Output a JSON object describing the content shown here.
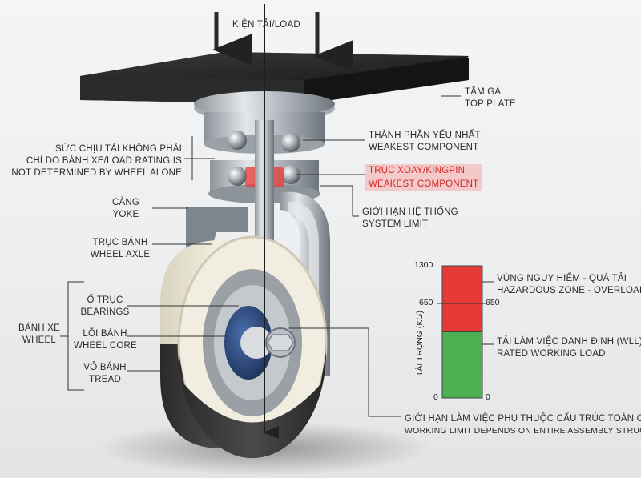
{
  "labels": {
    "load": "KIỆN TẢI/LOAD",
    "top_plate_vi": "TẤM GÁ",
    "top_plate_en": "TOP PLATE",
    "weakest_vi": "THÀNH PHẦN YẾU NHẤT",
    "weakest_en": "WEAKEST COMPONENT",
    "kingpin_vi": "TRỤC XOAY/KINGPIN",
    "kingpin_en": "WEAKEST COMPONENT",
    "system_vi": "GIỚI HẠN HỆ THỐNG",
    "system_en": "SYSTEM LIMIT",
    "rating_line1": "SỨC CHỊU TẢI KHÔNG PHẢI",
    "rating_line2": "CHỈ DO BÁNH XE/LOAD RATING IS",
    "rating_line3": "NOT DETERMINED BY WHEEL ALONE",
    "yoke_vi": "CÀNG",
    "yoke_en": "YOKE",
    "axle_vi": "TRỤC BÁNH",
    "axle_en": "WHEEL AXLE",
    "wheel_vi": "BÁNH XE",
    "wheel_en": "WHEEL",
    "bearings_vi": "Ổ TRỤC",
    "bearings_en": "BEARINGS",
    "core_vi": "LÕI BÁNH",
    "core_en": "WHEEL CORE",
    "tread_vi": "VỎ BÁNH",
    "tread_en": "TREAD",
    "working_vi": "GIỚI HẠN LÀM VIỆC PHỤ THUỘC CẤU TRÚC TOÀN CỤM",
    "working_en": "WORKING LIMIT DEPENDS ON ENTIRE ASSEMBLY STRUCTURE"
  },
  "gauge": {
    "ylabel": "TẢI TRỌNG (KG)",
    "min": 0,
    "threshold": 650,
    "max": 1300,
    "tick_max": "1300",
    "tick_mid": "650",
    "tick_mid_right": "650",
    "tick_zero": "0",
    "tick_zero_right": "0",
    "hazard_vi": "VÙNG NGUY HIỂM - QUÁ TẢI",
    "hazard_en": "HAZARDOUS ZONE - OVERLOAD",
    "rated_vi": "TẢI LÀM VIỆC DANH ĐỊNH (WLL)",
    "rated_en": "RATED WORKING LOAD",
    "hazard_color": "#e53935",
    "rated_color": "#4caf50"
  }
}
